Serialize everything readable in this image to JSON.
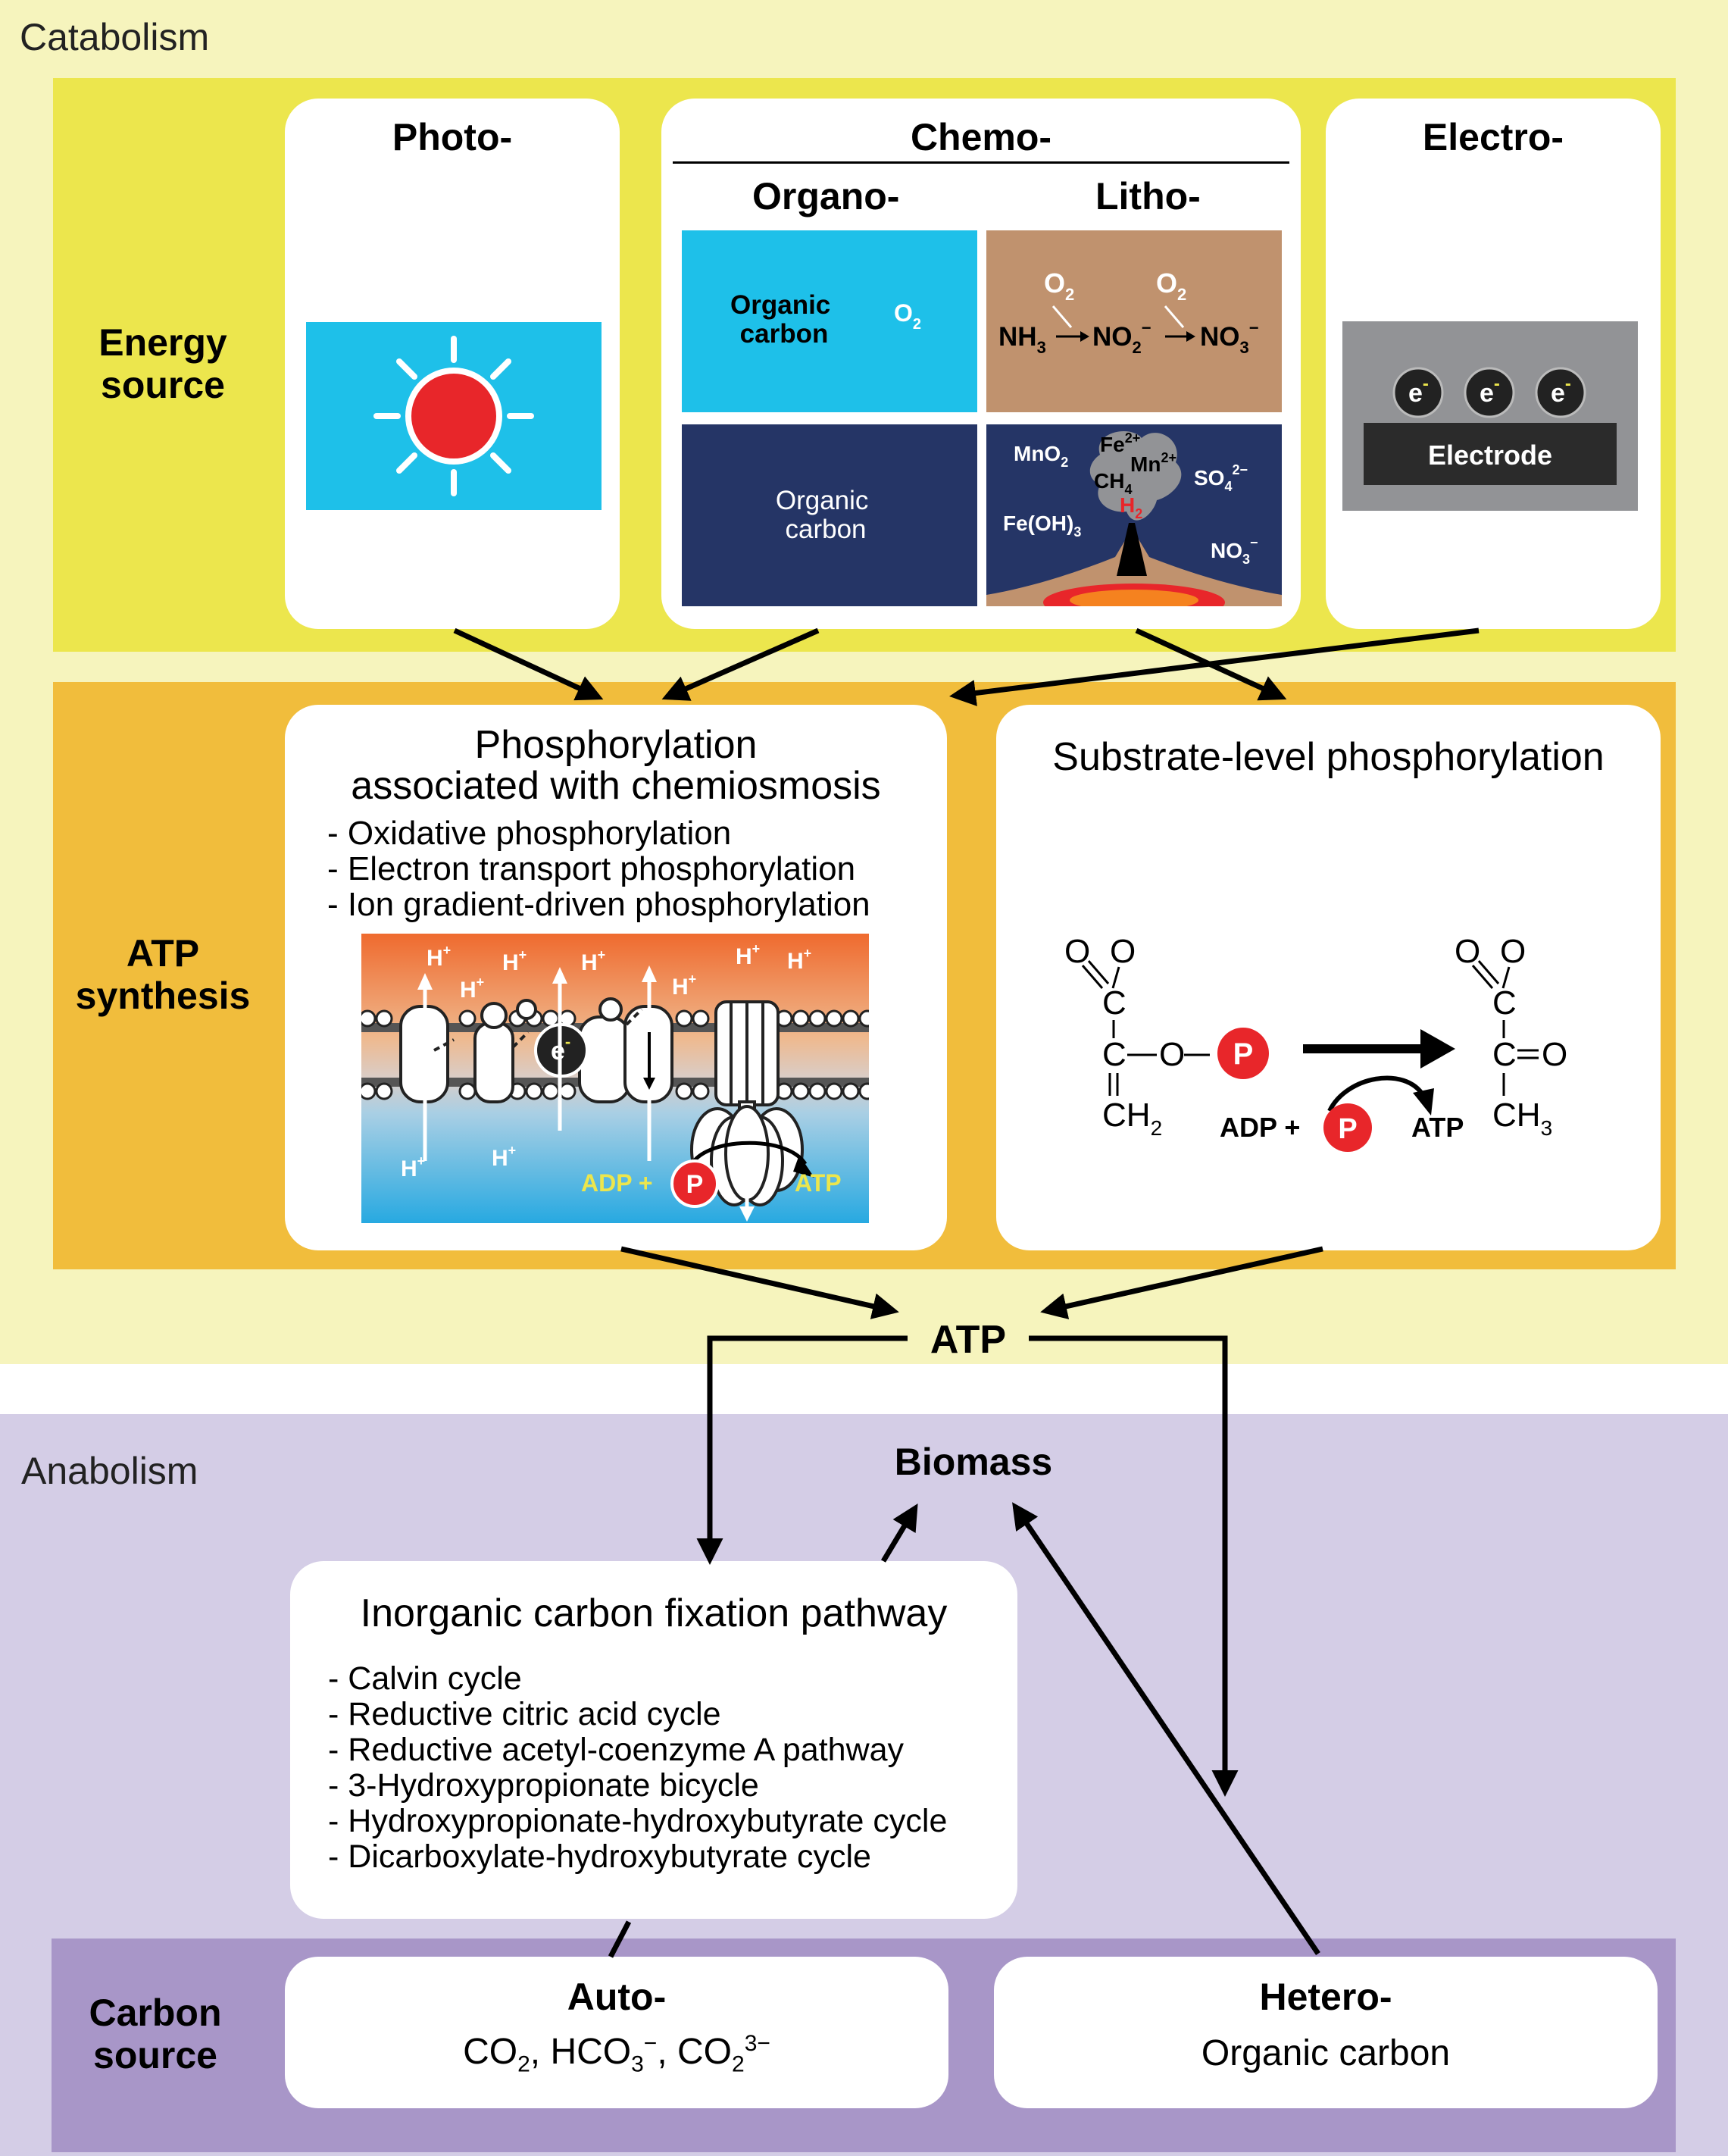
{
  "sections": {
    "catabolism": "Catabolism",
    "anabolism": "Anabolism"
  },
  "rows": {
    "energy_source": "Energy\nsource",
    "atp_synthesis": "ATP\nsynthesis",
    "carbon_source": "Carbon\nsource"
  },
  "energy": {
    "photo": "Photo-",
    "chemo": "Chemo-",
    "organo": "Organo-",
    "litho": "Litho-",
    "electro": "Electro-",
    "organo_aerobic": {
      "substrate": "Organic\ncarbon",
      "acceptor": "O",
      "acceptor_sub": "2"
    },
    "organo_anaerobic": {
      "substrate": "Organic\ncarbon"
    },
    "litho_aerobic": {
      "o2_a": "O",
      "o2_a_sub": "2",
      "o2_b": "O",
      "o2_b_sub": "2",
      "nh": "NH",
      "nh_sub": "3",
      "no2": "NO",
      "no2_sub": "2",
      "no2_sup": "−",
      "no3": "NO",
      "no3_sub": "3",
      "no3_sup": "−"
    },
    "litho_anaerobic": {
      "mno": "MnO",
      "mno_sub": "2",
      "fe": "Fe",
      "fe_sup": "2+",
      "mn": "Mn",
      "mn_sup": "2+",
      "ch": "CH",
      "ch_sub": "4",
      "h": "H",
      "h_sub": "2",
      "so": "SO",
      "so_sub": "4",
      "so_sup": "2−",
      "feoh": "Fe(OH)",
      "feoh_sub": "3",
      "no": "NO",
      "no_sub": "3",
      "no_sup": "−"
    },
    "electrode": {
      "label": "Electrode",
      "electron": "e",
      "electron_sup": "-"
    }
  },
  "atp_synthesis": {
    "chemiosmosis_title": "Phosphorylation\nassociated with chemiosmosis",
    "chemiosmosis_items": [
      "- Oxidative phosphorylation",
      "- Electron transport phosphorylation",
      "- Ion gradient-driven phosphorylation"
    ],
    "membrane": {
      "proton": "H",
      "proton_sup": "+",
      "electron": "e",
      "electron_sup": "-",
      "adp": "ADP +",
      "phosphate": "P",
      "atp": "ATP"
    },
    "substrate_title": "Substrate-level phosphorylation",
    "substrate": {
      "o": "O",
      "c": "C",
      "ch2": "CH",
      "ch2_sub": "2",
      "ch3": "CH",
      "ch3_sub": "3",
      "phosphate": "P",
      "adp": "ADP +",
      "atp": "ATP"
    }
  },
  "center": {
    "atp": "ATP",
    "biomass": "Biomass"
  },
  "fixation": {
    "title": "Inorganic carbon fixation pathway",
    "items": [
      "- Calvin cycle",
      "- Reductive citric acid cycle",
      "- Reductive acetyl-coenzyme A pathway",
      "- 3-Hydroxypropionate bicycle",
      "- Hydroxypropionate-hydroxybutyrate cycle",
      "- Dicarboxylate-hydroxybutyrate cycle"
    ]
  },
  "carbon": {
    "auto_title": "Auto-",
    "auto_co": "CO",
    "auto_co_sub": "2",
    "auto_hco": ", HCO",
    "auto_hco_sub": "3",
    "auto_hco_sup": "−",
    "auto_co3": ", CO",
    "auto_co3_sub": "2",
    "auto_co3_sup": "3−",
    "hetero_title": "Hetero-",
    "hetero_text": "Organic carbon"
  },
  "colors": {
    "catabolism_bg": "#f6f4bd",
    "energy_band": "#ece64d",
    "atp_band": "#f1bd3c",
    "anabolism_bg": "#d4cde6",
    "carbon_band": "#a896c8",
    "cyan": "#1ec0e9",
    "navy": "#253566",
    "tan": "#c0926e",
    "red": "#e8262a",
    "gray": "#929396"
  }
}
